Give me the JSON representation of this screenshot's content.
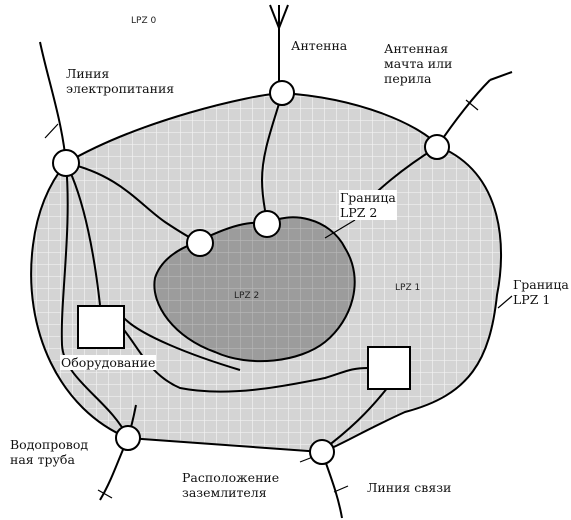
{
  "zones": {
    "lpz0": "LPZ 0",
    "lpz1": "LPZ 1",
    "lpz2": "LPZ 2"
  },
  "labels": {
    "power_line": "Линия\nэлектропитания",
    "antenna": "Антенна",
    "antenna_mast": "Антенная\nмачта или\nперила",
    "lpz2_boundary": "Граница\nLPZ 2",
    "lpz1_boundary": "Граница\nLPZ 1",
    "equipment": "Оборудование",
    "water_pipe": "Водопровод\nная труба",
    "grounding": "Расположение\nзаземлителя",
    "comm_line": "Линия связи"
  },
  "colors": {
    "lpz1_fill": "#d6d6d6",
    "lpz2_fill": "#9a9a9a",
    "grid": "#ffffff",
    "stroke": "#000000"
  }
}
